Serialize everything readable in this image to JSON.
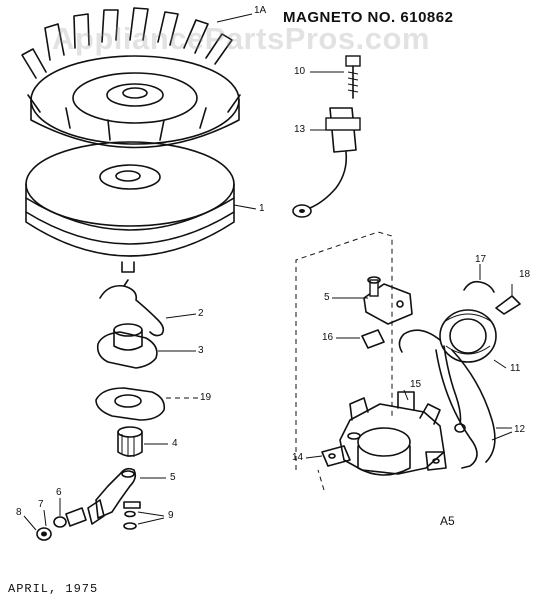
{
  "title": "MAGNETO NO. 610862",
  "watermark": "AppliancePartsPros.com",
  "date": "APRIL, 1975",
  "diagram_code": "A5",
  "callouts": [
    {
      "id": "1A",
      "label": "1A"
    },
    {
      "id": "10",
      "label": "10"
    },
    {
      "id": "13",
      "label": "13"
    },
    {
      "id": "1",
      "label": "1"
    },
    {
      "id": "17",
      "label": "17"
    },
    {
      "id": "18",
      "label": "18"
    },
    {
      "id": "5a",
      "label": "5"
    },
    {
      "id": "2",
      "label": "2"
    },
    {
      "id": "16",
      "label": "16"
    },
    {
      "id": "3",
      "label": "3"
    },
    {
      "id": "11",
      "label": "11"
    },
    {
      "id": "15",
      "label": "15"
    },
    {
      "id": "19",
      "label": "19"
    },
    {
      "id": "12",
      "label": "12"
    },
    {
      "id": "14",
      "label": "14"
    },
    {
      "id": "4",
      "label": "4"
    },
    {
      "id": "5b",
      "label": "5"
    },
    {
      "id": "9",
      "label": "9"
    },
    {
      "id": "6",
      "label": "6"
    },
    {
      "id": "7",
      "label": "7"
    },
    {
      "id": "8",
      "label": "8"
    }
  ]
}
